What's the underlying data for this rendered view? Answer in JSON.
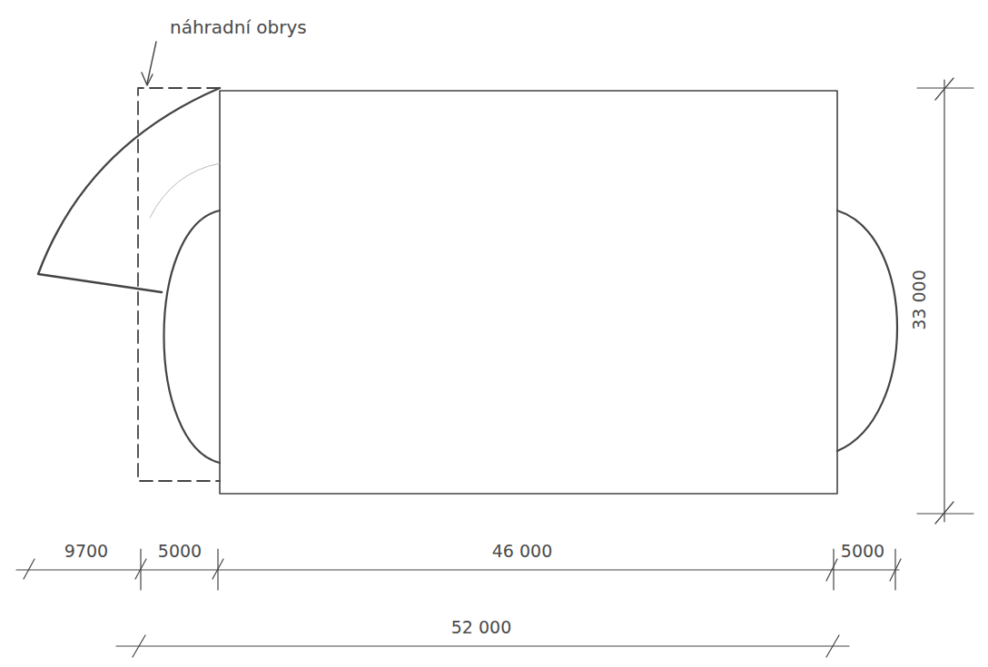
{
  "diagram": {
    "labels": [
      "náhradní obrys",
      "9700",
      "5000",
      "46 000",
      "5000",
      "52 000",
      "33 000"
    ]
  }
}
